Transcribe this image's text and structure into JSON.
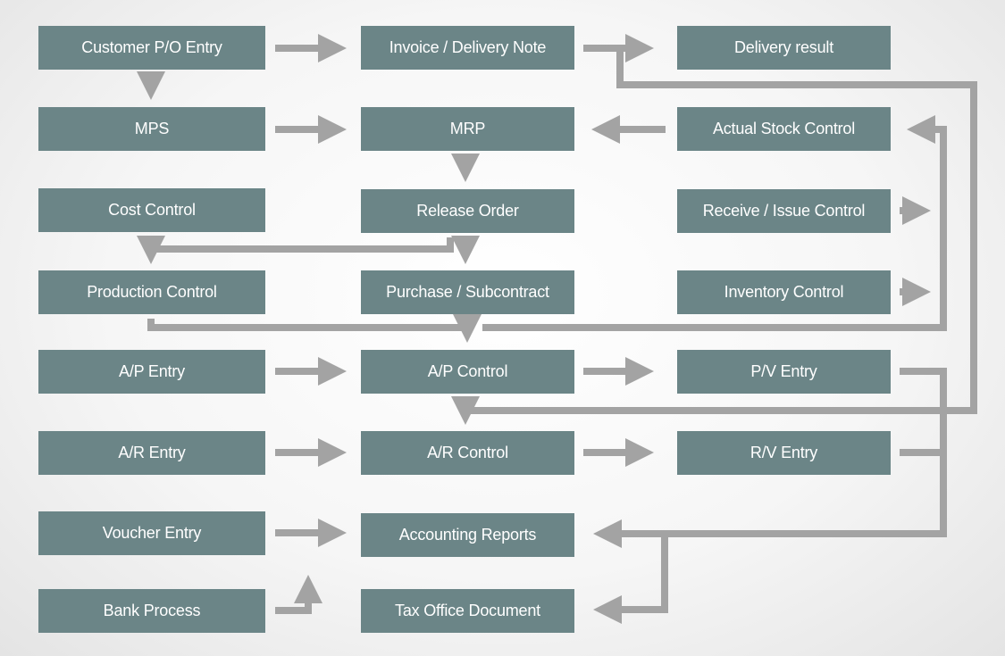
{
  "diagram": {
    "colors": {
      "box_fill": "#6b8587",
      "box_text": "#ffffff",
      "arrow": "#a3a3a3",
      "background": "#f6f6f6"
    },
    "boxes": {
      "customer_po_entry": "Customer P/O Entry",
      "invoice_delivery_note": "Invoice / Delivery Note",
      "delivery_result": "Delivery result",
      "mps": "MPS",
      "mrp": "MRP",
      "actual_stock_control": "Actual Stock Control",
      "cost_control": "Cost Control",
      "release_order": "Release Order",
      "receive_issue_control": "Receive / Issue Control",
      "production_control": "Production Control",
      "purchase_subcontract": "Purchase / Subcontract",
      "inventory_control": "Inventory Control",
      "ap_entry": "A/P Entry",
      "ap_control": "A/P Control",
      "pv_entry": "P/V Entry",
      "ar_entry": "A/R Entry",
      "ar_control": "A/R Control",
      "rv_entry": "R/V Entry",
      "voucher_entry": "Voucher Entry",
      "accounting_reports": "Accounting Reports",
      "bank_process": "Bank Process",
      "tax_office_document": "Tax Office Document"
    }
  }
}
